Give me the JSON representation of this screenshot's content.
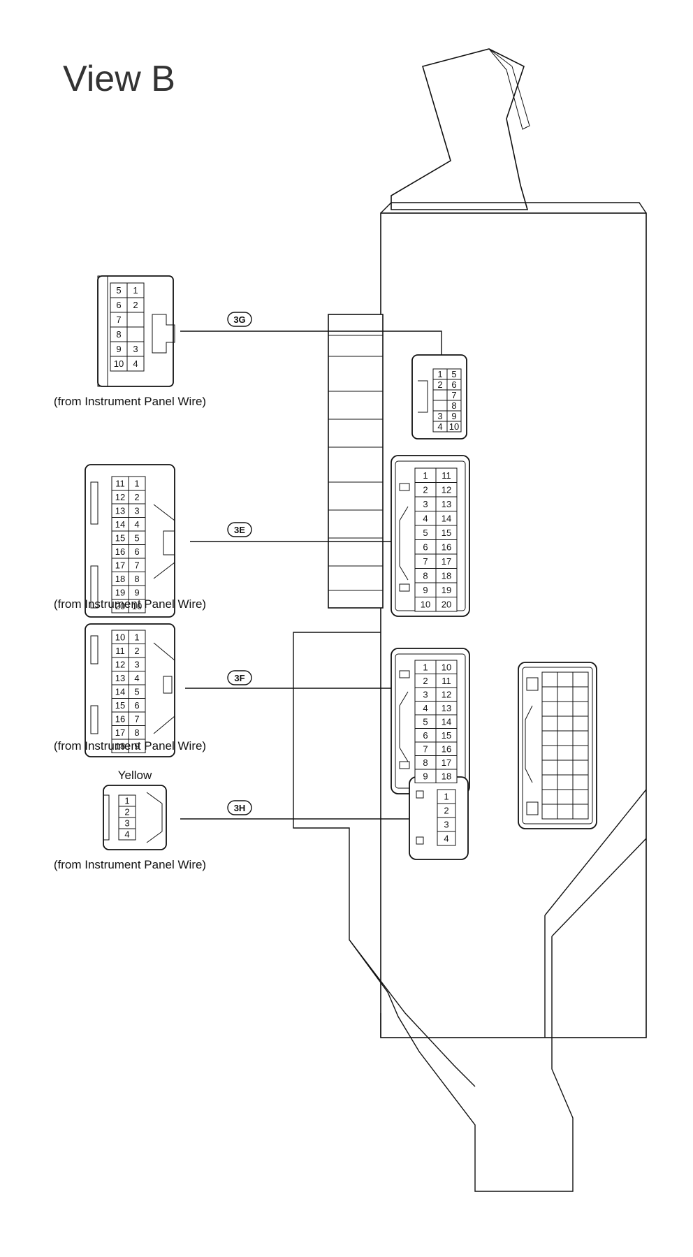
{
  "title": "View B",
  "connectors": {
    "c3G": {
      "code": "3G",
      "caption": "(from Instrument Panel Wire)",
      "left": [
        [
          "5",
          "1"
        ],
        [
          "6",
          "2"
        ],
        [
          "7",
          ""
        ],
        [
          "8",
          ""
        ],
        [
          "9",
          "3"
        ],
        [
          "10",
          "4"
        ]
      ],
      "right": [
        [
          "1",
          "5"
        ],
        [
          "2",
          "6"
        ],
        [
          "",
          "7"
        ],
        [
          "",
          "8"
        ],
        [
          "3",
          "9"
        ],
        [
          "4",
          "10"
        ]
      ]
    },
    "c3E": {
      "code": "3E",
      "caption": "(from Instrument Panel Wire)",
      "left": [
        [
          "11",
          "1"
        ],
        [
          "12",
          "2"
        ],
        [
          "13",
          "3"
        ],
        [
          "14",
          "4"
        ],
        [
          "15",
          "5"
        ],
        [
          "16",
          "6"
        ],
        [
          "17",
          "7"
        ],
        [
          "18",
          "8"
        ],
        [
          "19",
          "9"
        ],
        [
          "20",
          "10"
        ]
      ],
      "right": [
        [
          "1",
          "11"
        ],
        [
          "2",
          "12"
        ],
        [
          "3",
          "13"
        ],
        [
          "4",
          "14"
        ],
        [
          "5",
          "15"
        ],
        [
          "6",
          "16"
        ],
        [
          "7",
          "17"
        ],
        [
          "8",
          "18"
        ],
        [
          "9",
          "19"
        ],
        [
          "10",
          "20"
        ]
      ]
    },
    "c3F": {
      "code": "3F",
      "caption": "(from Instrument Panel Wire)",
      "left": [
        [
          "10",
          "1"
        ],
        [
          "11",
          "2"
        ],
        [
          "12",
          "3"
        ],
        [
          "13",
          "4"
        ],
        [
          "14",
          "5"
        ],
        [
          "15",
          "6"
        ],
        [
          "16",
          "7"
        ],
        [
          "17",
          "8"
        ],
        [
          "18",
          "9"
        ]
      ],
      "right": [
        [
          "1",
          "10"
        ],
        [
          "2",
          "11"
        ],
        [
          "3",
          "12"
        ],
        [
          "4",
          "13"
        ],
        [
          "5",
          "14"
        ],
        [
          "6",
          "15"
        ],
        [
          "7",
          "16"
        ],
        [
          "8",
          "17"
        ],
        [
          "9",
          "18"
        ]
      ]
    },
    "c3H": {
      "code": "3H",
      "caption": "(from Instrument Panel Wire)",
      "color_label": "Yellow",
      "left": [
        "1",
        "2",
        "3",
        "4"
      ],
      "right": [
        "1",
        "2",
        "3",
        "4"
      ]
    }
  }
}
